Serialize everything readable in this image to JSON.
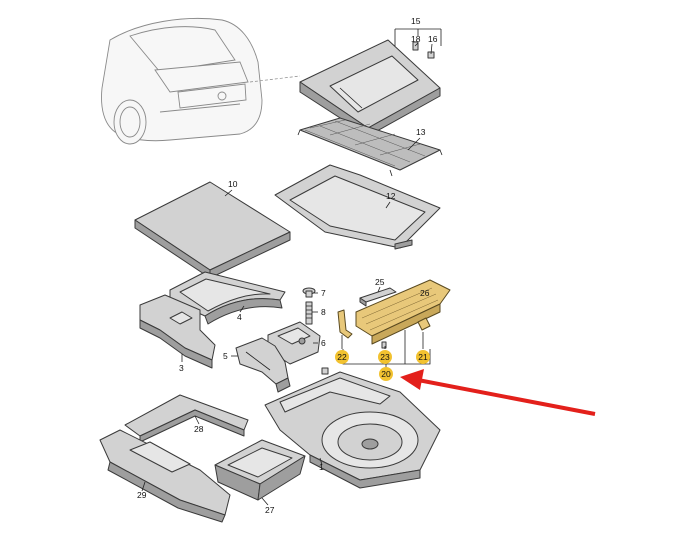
{
  "callouts": [
    {
      "id": "c15",
      "label": "15"
    },
    {
      "id": "c18",
      "label": "18"
    },
    {
      "id": "c16",
      "label": "16"
    },
    {
      "id": "c13",
      "label": "13"
    },
    {
      "id": "c10",
      "label": "10"
    },
    {
      "id": "c12",
      "label": "12"
    },
    {
      "id": "c7",
      "label": "7"
    },
    {
      "id": "c8",
      "label": "8"
    },
    {
      "id": "c4",
      "label": "4"
    },
    {
      "id": "c6",
      "label": "6"
    },
    {
      "id": "c5",
      "label": "5"
    },
    {
      "id": "c3",
      "label": "3"
    },
    {
      "id": "c25",
      "label": "25"
    },
    {
      "id": "c26",
      "label": "26"
    },
    {
      "id": "c28",
      "label": "28"
    },
    {
      "id": "c1",
      "label": "1"
    },
    {
      "id": "c29",
      "label": "29"
    },
    {
      "id": "c27",
      "label": "27"
    }
  ],
  "highlighted_callouts": [
    {
      "id": "h22",
      "label": "22"
    },
    {
      "id": "h23",
      "label": "23"
    },
    {
      "id": "h21",
      "label": "21"
    },
    {
      "id": "h20",
      "label": "20"
    }
  ],
  "colors": {
    "highlight_fill": "#f2c230",
    "highlight_part": "#e8c87a",
    "arrow": "#e3201b"
  }
}
